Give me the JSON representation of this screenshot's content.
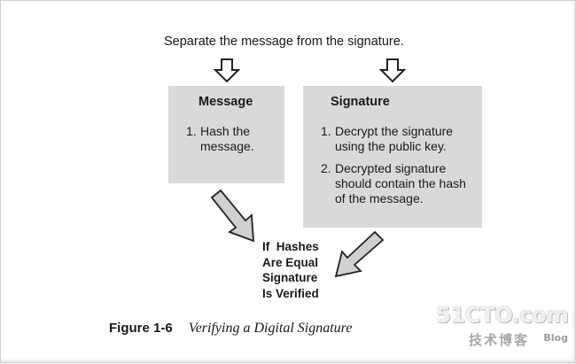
{
  "diagram": {
    "top_caption": "Separate the message from the signature.",
    "message_box": {
      "title": "Message",
      "steps": [
        {
          "num": "1.",
          "text": "Hash the message."
        }
      ]
    },
    "signature_box": {
      "title": "Signature",
      "steps": [
        {
          "num": "1.",
          "text": "Decrypt the signature using the public key."
        },
        {
          "num": "2.",
          "text": "Decrypted signature should contain the hash of the message."
        }
      ]
    },
    "result_text": "If  Hashes\nAre Equal\nSignature\nIs Verified",
    "figure": {
      "label": "Figure 1-6",
      "title": "Verifying a Digital Signature"
    }
  },
  "watermark": {
    "main": "51CTO.com",
    "sub": "技术博客",
    "blog": "Blog"
  },
  "colors": {
    "box_fill": "#d9d9d9",
    "arrow_fill": "#ffffff",
    "arrow_stroke": "#222222",
    "diagonal_arrow_fill": "#d0d0d0"
  }
}
